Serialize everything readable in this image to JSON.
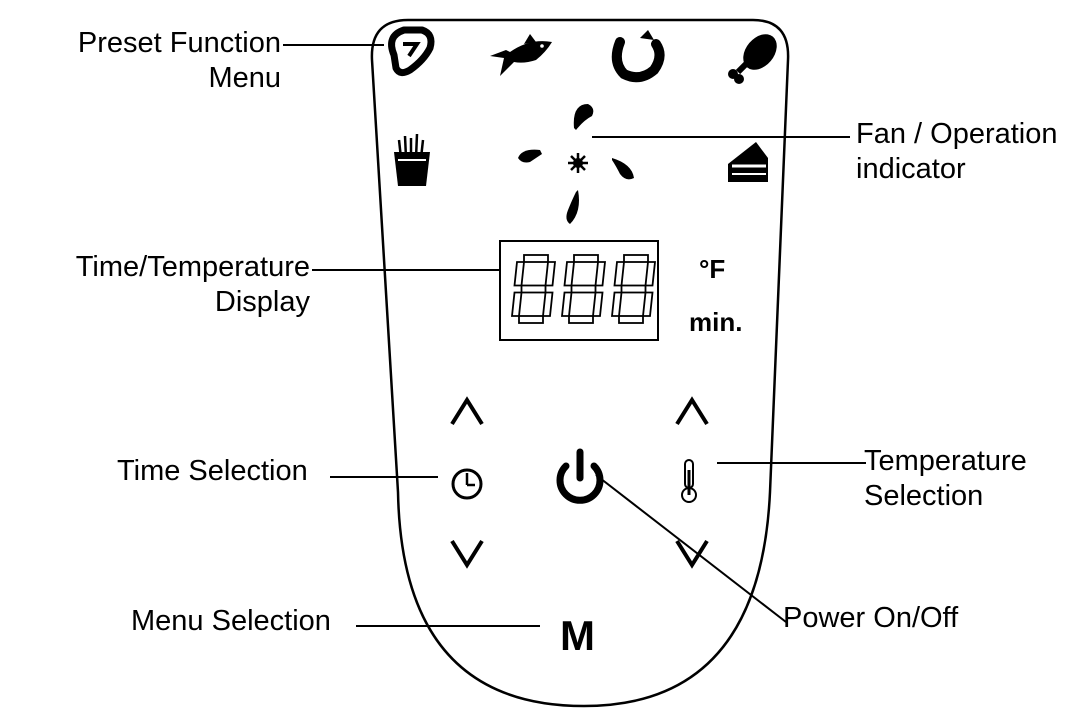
{
  "labels": {
    "preset_function": [
      "Preset Function",
      "Menu"
    ],
    "fan_operation": [
      "Fan / Operation",
      "indicator"
    ],
    "time_temp_display": [
      "Time/Temperature",
      "Display"
    ],
    "time_selection": [
      "Time Selection"
    ],
    "temperature_selection": [
      "Temperature",
      "Selection"
    ],
    "power": [
      "Power On/Off"
    ],
    "menu_selection": [
      "Menu Selection"
    ]
  },
  "panel": {
    "unit_temp": "°F",
    "unit_time": "min.",
    "menu_key": "M"
  },
  "preset_icons": [
    "steak-icon",
    "fish-icon",
    "shrimp-icon",
    "drumstick-icon",
    "fries-icon",
    "cake-icon"
  ],
  "colors": {
    "ink": "#000000",
    "background": "#ffffff"
  }
}
